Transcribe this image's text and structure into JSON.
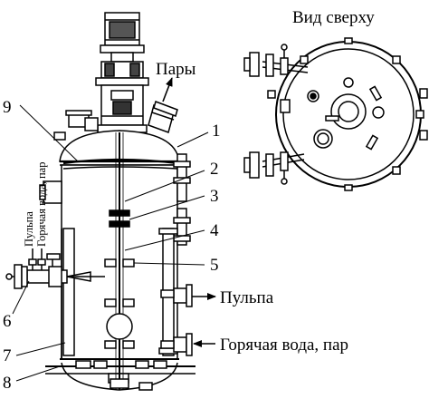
{
  "view_label": "Вид сверху",
  "labels": {
    "vapors": "Пары",
    "pulp": "Пульпа",
    "hot_water": "Горячая вода, пар",
    "vert_pulp": "Пульпа",
    "vert_hot_water": "Горячая вода, пар"
  },
  "callouts": [
    "1",
    "2",
    "3",
    "4",
    "5",
    "6",
    "7",
    "8",
    "9"
  ]
}
